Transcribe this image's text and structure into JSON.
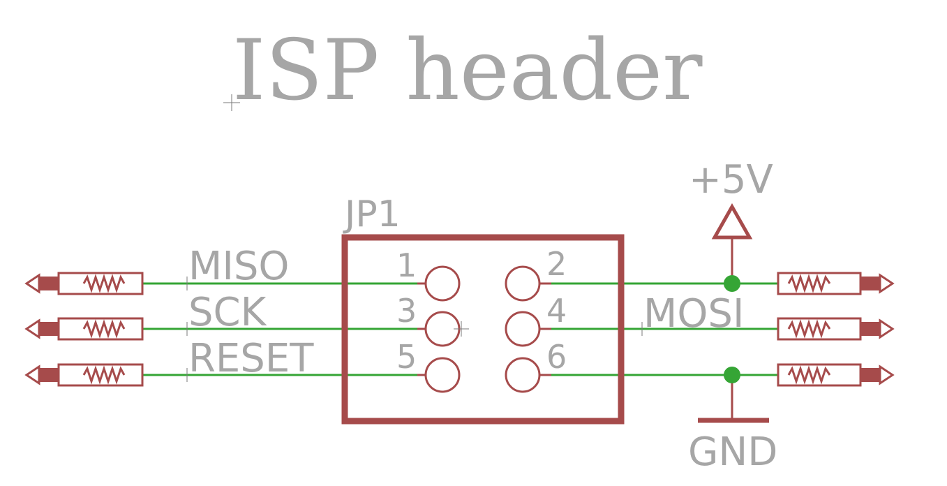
{
  "title": "ISP header",
  "part": {
    "name": "JP1",
    "pins": [
      "1",
      "2",
      "3",
      "4",
      "5",
      "6"
    ]
  },
  "nets": {
    "left": [
      "MISO",
      "SCK",
      "RESET"
    ],
    "right": [
      "MOSI"
    ]
  },
  "power": {
    "supply": "+5V",
    "ground": "GND"
  },
  "colors": {
    "component": "#a64b4b",
    "wire": "#35a535",
    "text": "#a6a6a6"
  }
}
